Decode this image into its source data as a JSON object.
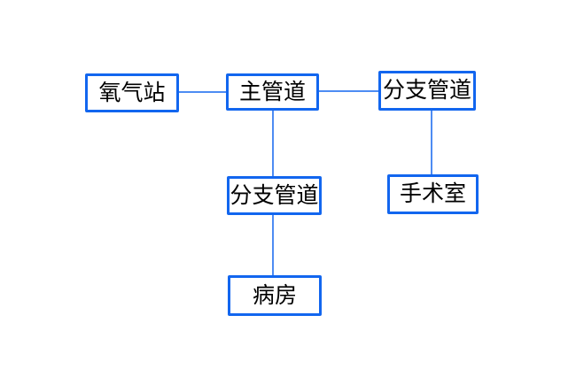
{
  "colors": {
    "node-border": "#1266ef",
    "edge": "#1266ef",
    "node-text": "#000000",
    "background": "#ffffff"
  },
  "diagram": {
    "type": "flowchart",
    "nodes": [
      {
        "id": "oxygen-station",
        "label": "氧气站"
      },
      {
        "id": "main-pipeline",
        "label": "主管道"
      },
      {
        "id": "branch-pipeline-right",
        "label": "分支管道"
      },
      {
        "id": "branch-pipeline-middle",
        "label": "分支管道"
      },
      {
        "id": "operating-room",
        "label": "手术室"
      },
      {
        "id": "ward",
        "label": "病房"
      }
    ],
    "edges": [
      {
        "from": "oxygen-station",
        "to": "main-pipeline"
      },
      {
        "from": "main-pipeline",
        "to": "branch-pipeline-right"
      },
      {
        "from": "main-pipeline",
        "to": "branch-pipeline-middle"
      },
      {
        "from": "branch-pipeline-right",
        "to": "operating-room"
      },
      {
        "from": "branch-pipeline-middle",
        "to": "ward"
      }
    ]
  }
}
